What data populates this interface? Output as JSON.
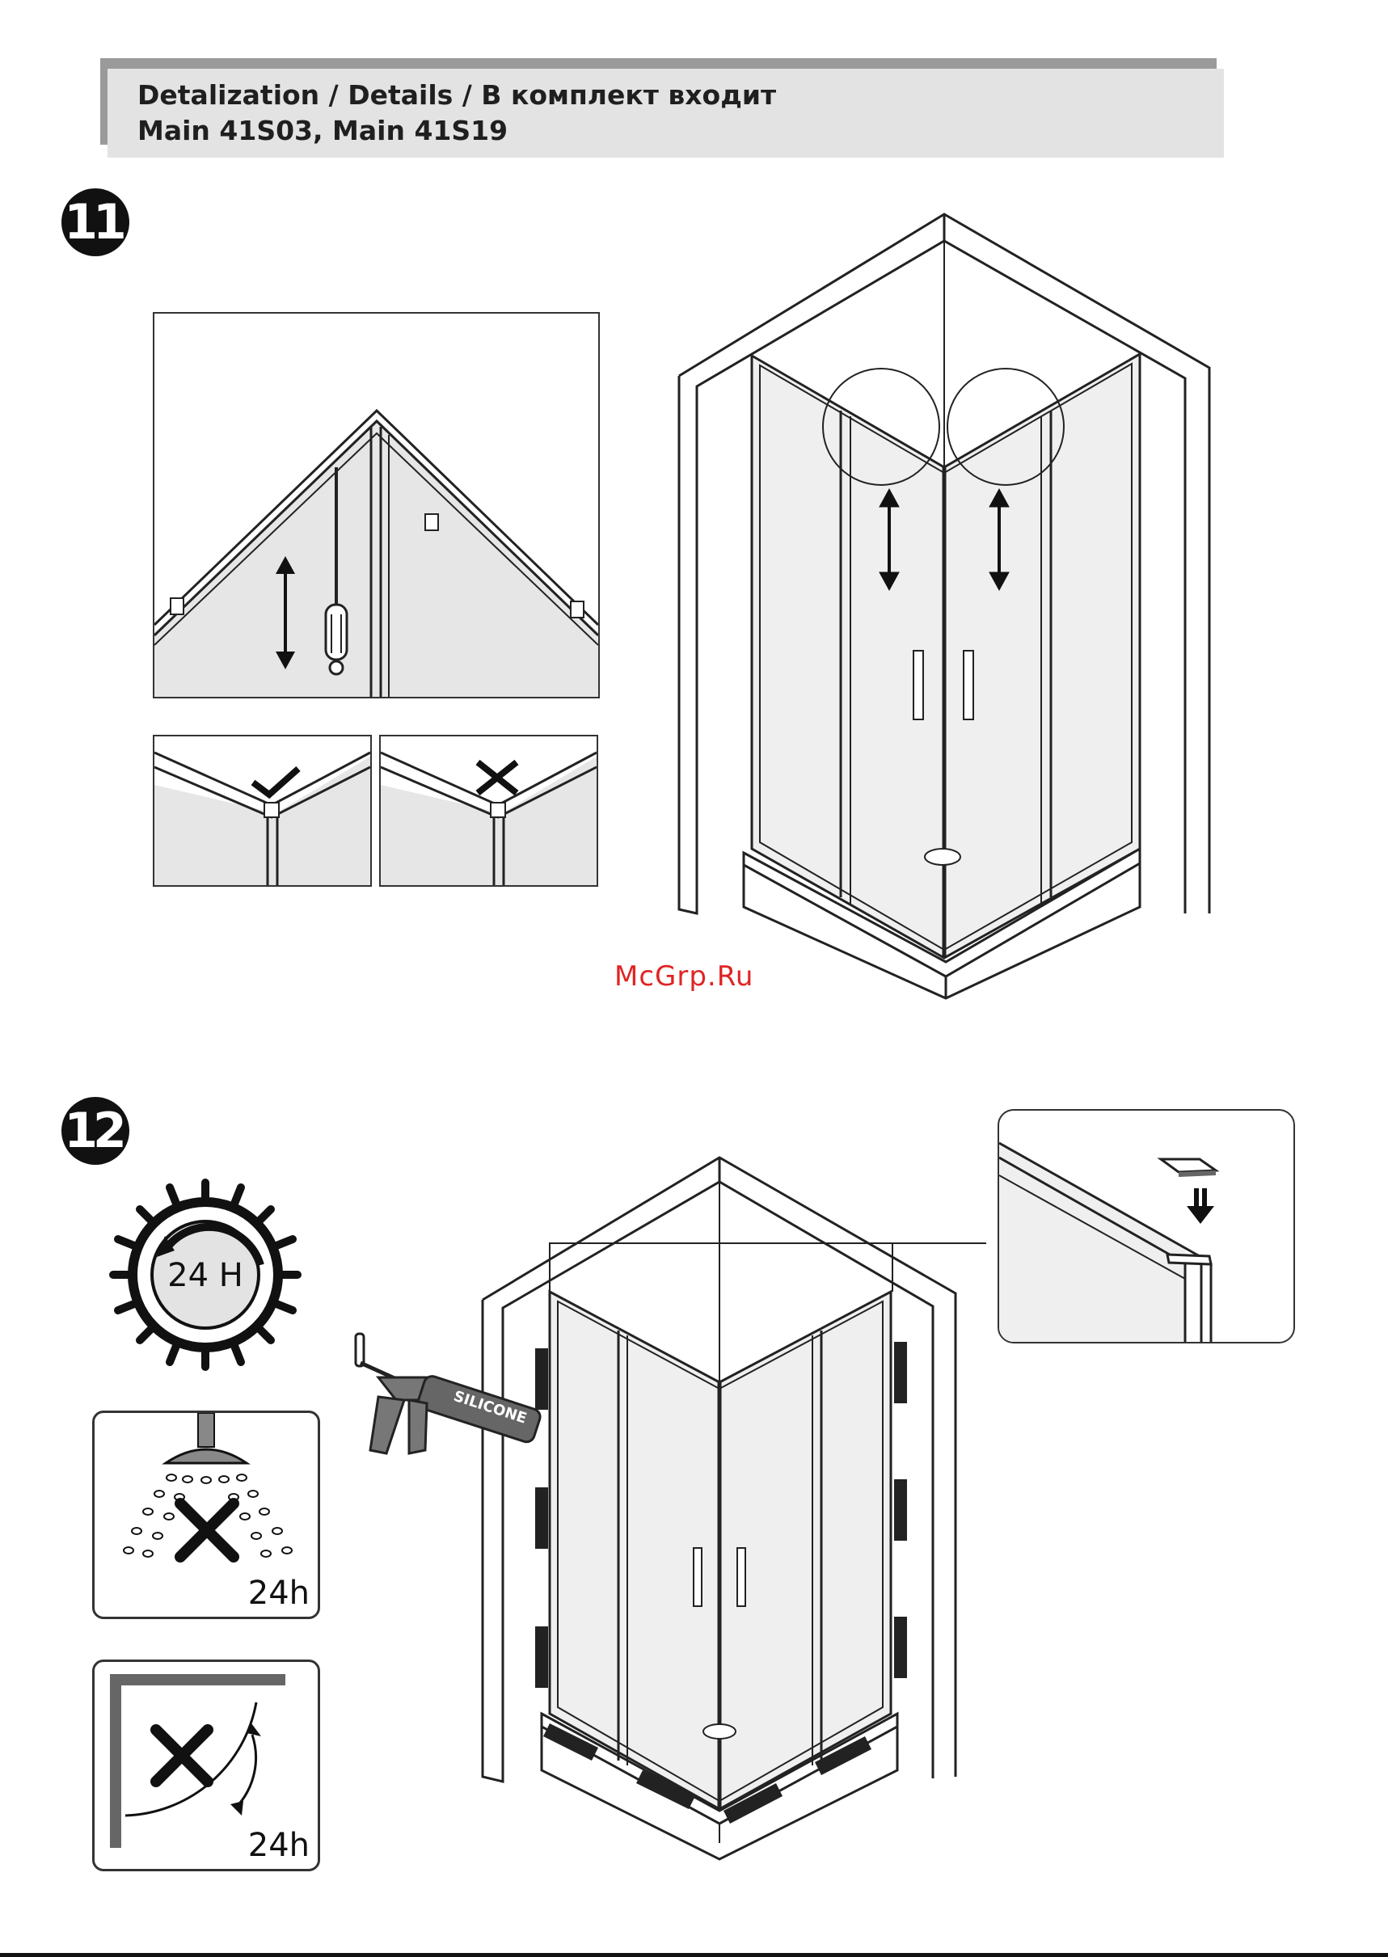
{
  "header": {
    "line1": "Detalization / Details / В комплект входит",
    "line2": "Main 41S03, Main 41S19"
  },
  "steps": {
    "step11": "11",
    "step12": "12"
  },
  "icons": {
    "timer_label": "24 H",
    "no_shower_label": "24h",
    "no_door_label": "24h"
  },
  "silicone_label": "SILICONE",
  "watermark": "McGrp.Ru",
  "colors": {
    "line": "#222222",
    "glass": "#e8e8e8",
    "header_bg": "#e3e3e3",
    "header_shadow": "#9a9a9a",
    "watermark": "#e02424"
  }
}
